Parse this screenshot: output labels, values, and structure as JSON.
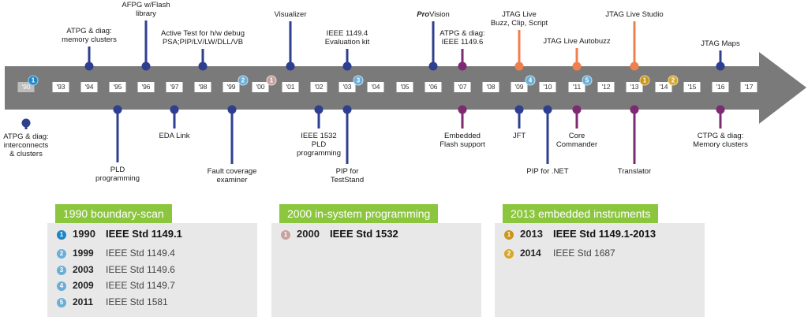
{
  "years": [
    "'90",
    "'93",
    "'94",
    "'95",
    "'96",
    "'97",
    "'98",
    "'99",
    "'00",
    "'01",
    "'02",
    "'03",
    "'04",
    "'05",
    "'06",
    "'07",
    "'08",
    "'09",
    "'10",
    "'11",
    "'12",
    "'13",
    "'14",
    "'15",
    "'16",
    "'17"
  ],
  "above_events": [
    {
      "label": "ATPG & diag:\nmemory clusters",
      "color_name": "navy"
    },
    {
      "label": "AFPG w/Flash\nlibrary",
      "color_name": "navy"
    },
    {
      "label": "Active Test for h/w debug\nPSA;PIP/LV/LW/DLL/VB",
      "color_name": "navy"
    },
    {
      "label": "Visualizer",
      "color_name": "navy"
    },
    {
      "label": "IEEE 1149.4\nEvaluation kit",
      "color_name": "navy"
    },
    {
      "label": "ProVision",
      "color_name": "navy"
    },
    {
      "label": "ATPG & diag:\nIEEE 1149.6",
      "color_name": "purple"
    },
    {
      "label": "JTAG Live\nBuzz, Clip, Script",
      "color_name": "orange"
    },
    {
      "label": "JTAG Live Autobuzz",
      "color_name": "orange"
    },
    {
      "label": "JTAG Live Studio",
      "color_name": "orange"
    },
    {
      "label": "JTAG Maps",
      "color_name": "navy"
    }
  ],
  "below_events": [
    {
      "label": "ATPG & diag:\ninterconnects\n& clusters",
      "color_name": "navy"
    },
    {
      "label": "PLD\nprogramming",
      "color_name": "navy"
    },
    {
      "label": "EDA Link",
      "color_name": "navy"
    },
    {
      "label": "Fault coverage\nexaminer",
      "color_name": "navy"
    },
    {
      "label": "IEEE 1532\nPLD\nprogramming",
      "color_name": "navy"
    },
    {
      "label": "PIP for\nTestStand",
      "color_name": "navy"
    },
    {
      "label": "Embedded\nFlash support",
      "color_name": "purple"
    },
    {
      "label": "JFT",
      "color_name": "navy"
    },
    {
      "label": "PIP for .NET",
      "color_name": "navy"
    },
    {
      "label": "Core\nCommander",
      "color_name": "purple"
    },
    {
      "label": "Translator",
      "color_name": "purple"
    },
    {
      "label": "CTPG & diag:\nMemory clusters",
      "color_name": "purple"
    }
  ],
  "badges": [
    {
      "number": "1",
      "group": "boundary-scan"
    },
    {
      "number": "2",
      "group": "boundary-scan"
    },
    {
      "number": "1",
      "group": "in-system programming"
    },
    {
      "number": "3",
      "group": "boundary-scan"
    },
    {
      "number": "4",
      "group": "boundary-scan"
    },
    {
      "number": "5",
      "group": "boundary-scan"
    },
    {
      "number": "1",
      "group": "embedded instruments"
    },
    {
      "number": "2",
      "group": "embedded instruments"
    }
  ],
  "colors": {
    "navy": "#2e3f8f",
    "purple": "#7e2a73",
    "orange": "#f07f4f",
    "arrow": "#7a7a7a",
    "green": "#8cc63f",
    "panel": "#e8e8e8"
  },
  "panels": [
    {
      "header": "1990  boundary-scan",
      "items": [
        {
          "badge": "1",
          "year": "1990",
          "name": "IEEE Std 1149.1",
          "major": true
        },
        {
          "badge": "2",
          "year": "1999",
          "name": "IEEE Std 1149.4",
          "major": false
        },
        {
          "badge": "3",
          "year": "2003",
          "name": "IEEE Std 1149.6",
          "major": false
        },
        {
          "badge": "4",
          "year": "2009",
          "name": "IEEE Std 1149.7",
          "major": false
        },
        {
          "badge": "5",
          "year": "2011",
          "name": "IEEE Std 1581",
          "major": false
        }
      ]
    },
    {
      "header": "2000  in-system programming",
      "items": [
        {
          "badge": "1",
          "year": "2000",
          "name": "IEEE Std 1532",
          "major": true
        }
      ]
    },
    {
      "header": "2013  embedded instruments",
      "items": [
        {
          "badge": "1",
          "year": "2013",
          "name": "IEEE Std 1149.1-2013",
          "major": true
        },
        {
          "badge": "2",
          "year": "2014",
          "name": "IEEE Std 1687",
          "major": false
        }
      ]
    }
  ]
}
